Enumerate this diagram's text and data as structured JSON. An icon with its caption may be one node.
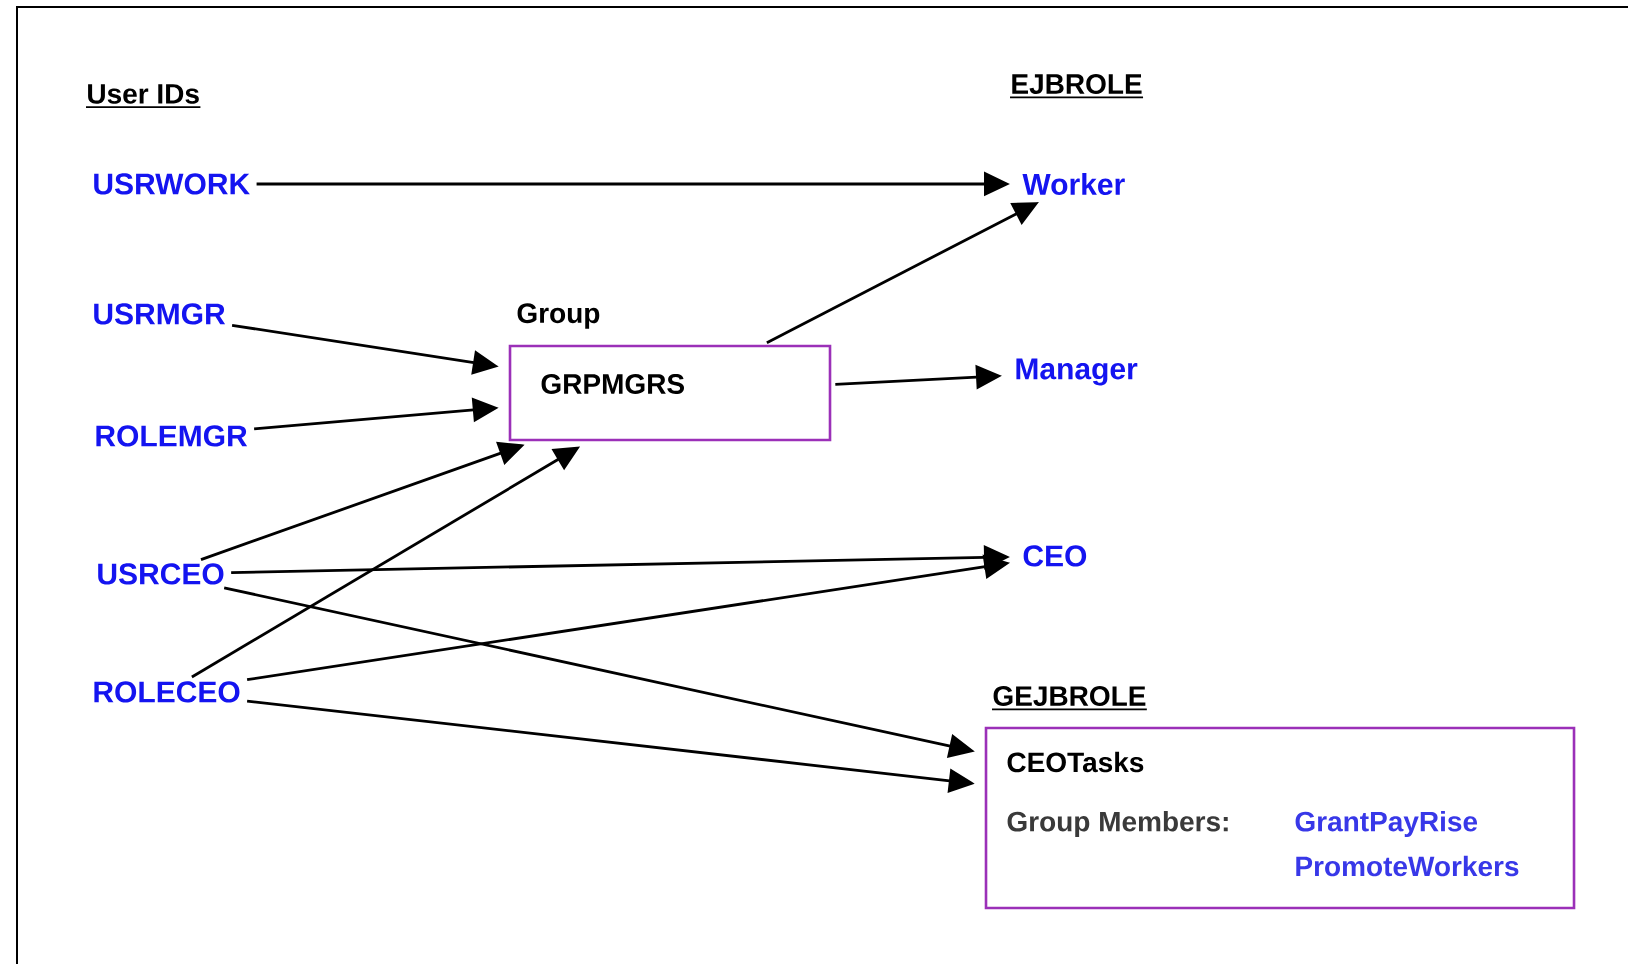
{
  "diagram": {
    "nodes": [
      {
        "text": [
          "USRWORK"
        ]
      },
      {
        "text": [
          "USRMGR"
        ]
      },
      {
        "text": [
          "ROLEMGR"
        ]
      },
      {
        "text": [
          "USRCEO"
        ]
      },
      {
        "text": [
          "ROLECEO"
        ]
      },
      {
        "text": [
          "Group",
          "GRPMGRS"
        ]
      },
      {
        "text": [
          "Worker"
        ]
      },
      {
        "text": [
          "Manager"
        ]
      },
      {
        "text": [
          "CEO"
        ]
      },
      {
        "text": [
          "GEJBROLE",
          "CEOTasks",
          "Group Members:",
          "GrantPayRise",
          "PromoteWorkers"
        ]
      }
    ],
    "edges": [
      {
        "from": 0,
        "to": 6,
        "arrow": "to"
      },
      {
        "from": 1,
        "to": 5,
        "arrow": "to"
      },
      {
        "from": 2,
        "to": 5,
        "arrow": "to"
      },
      {
        "from": 3,
        "to": 5,
        "arrow": "to"
      },
      {
        "from": 4,
        "to": 5,
        "arrow": "to"
      },
      {
        "from": 5,
        "to": 6,
        "arrow": "to"
      },
      {
        "from": 5,
        "to": 7,
        "arrow": "to"
      },
      {
        "from": 3,
        "to": 8,
        "arrow": "to"
      },
      {
        "from": 4,
        "to": 8,
        "arrow": "to"
      },
      {
        "from": 3,
        "to": 9,
        "arrow": "to"
      },
      {
        "from": 4,
        "to": 9,
        "arrow": "to"
      }
    ],
    "labels": [
      "User IDs",
      "EJBROLE"
    ]
  }
}
